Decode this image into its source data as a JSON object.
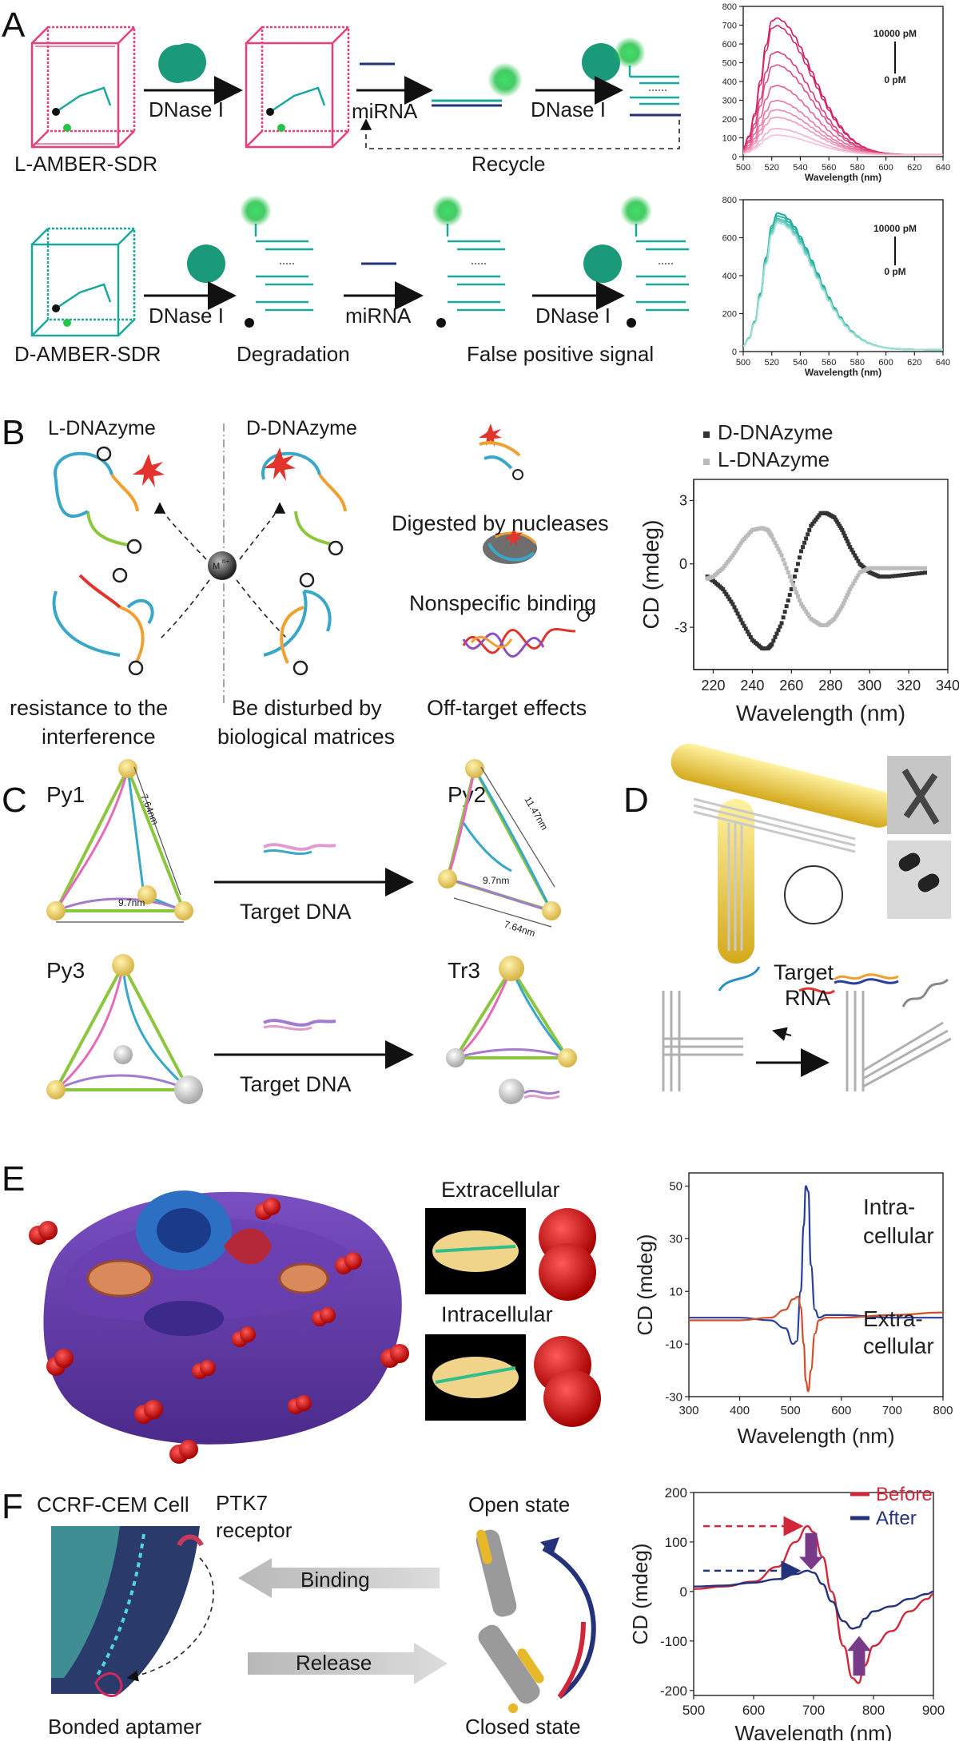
{
  "panels": {
    "A": {
      "letter": "A",
      "row1": {
        "name": "L-AMBER-SDR",
        "step1": "DNase I",
        "step2": "miRNA",
        "step3": "DNase I",
        "recycle": "Recycle"
      },
      "row2": {
        "name": "D-AMBER-SDR",
        "step1": "DNase I",
        "step2": "miRNA",
        "step3": "DNase I",
        "degradation": "Degradation",
        "false_positive": "False positive signal"
      }
    },
    "B": {
      "letter": "B",
      "left_title": "L-DNAzyme",
      "right_title": "D-DNAzyme",
      "metal": "M",
      "metal_sup": "n+",
      "left_caption_1": "resistance to the",
      "left_caption_2": "interference",
      "mid_caption_1": "Be disturbed by",
      "mid_caption_2": "biological matrices",
      "effect_1": "Digested by nucleases",
      "effect_2": "Nonspecific binding",
      "effect_3": "Off-target effects"
    },
    "C": {
      "letter": "C",
      "py1": "Py1",
      "py2": "Py2",
      "py3": "Py3",
      "tr3": "Tr3",
      "arrow1": "Target DNA",
      "arrow2": "Target DNA",
      "dim_a": "7.64nm",
      "dim_b": "9.7nm",
      "dim_c": "11.47nm",
      "dim_d": "9.7nm",
      "dim_e": "7.64nm"
    },
    "D": {
      "letter": "D",
      "target_1": "Target",
      "target_2": "RNA"
    },
    "E": {
      "letter": "E",
      "extracellular": "Extracellular",
      "intracellular": "Intracellular"
    },
    "F": {
      "letter": "F",
      "cell": "CCRF-CEM Cell",
      "receptor_1": "PTK7",
      "receptor_2": "receptor",
      "binding": "Binding",
      "release": "Release",
      "open": "Open state",
      "closed": "Closed state",
      "aptamer": "Bonded aptamer"
    }
  },
  "colors": {
    "pink": "#e8407a",
    "teal": "#1aa89a",
    "navy": "#23327a",
    "green_glow": "#26c24a",
    "crimson": "#d0283a",
    "blue": "#2a3f9a",
    "dark_dot": "#333333",
    "light_dot": "#bbbbbb"
  },
  "chart_data": [
    {
      "id": "A-top",
      "type": "line",
      "xlabel": "Wavelength (nm)",
      "ylabel": "",
      "xlim": [
        500,
        640
      ],
      "ylim": [
        0,
        800
      ],
      "xticks": [
        500,
        520,
        540,
        560,
        580,
        600,
        620,
        640
      ],
      "yticks": [
        0,
        100,
        200,
        300,
        400,
        500,
        600,
        700,
        800
      ],
      "annotation_top": "10000 pM",
      "annotation_bottom": "0 pM",
      "peak_x": 522,
      "peaks": [
        740,
        700,
        560,
        490,
        380,
        300,
        250,
        210,
        150,
        115
      ],
      "tail_at_640": 10
    },
    {
      "id": "A-bottom",
      "type": "line",
      "xlabel": "Wavelength (nm)",
      "ylabel": "",
      "xlim": [
        500,
        640
      ],
      "ylim": [
        0,
        800
      ],
      "xticks": [
        500,
        520,
        540,
        560,
        580,
        600,
        620,
        640
      ],
      "yticks": [
        0,
        200,
        400,
        600,
        800
      ],
      "ytick_labels": [
        "0",
        "200",
        "400",
        "600",
        "800"
      ],
      "annotation_top": "10000 pM",
      "annotation_bottom": "0 pM",
      "peak_x": 524,
      "peaks": [
        730,
        715,
        700,
        690,
        680
      ],
      "tail_at_640": 10
    },
    {
      "id": "B",
      "type": "scatter",
      "xlabel": "Wavelength (nm)",
      "ylabel": "CD (mdeg)",
      "xlim": [
        210,
        340
      ],
      "ylim": [
        -5,
        4
      ],
      "xticks": [
        220,
        240,
        260,
        280,
        300,
        320,
        340
      ],
      "yticks": [
        -3,
        0,
        3
      ],
      "legend_position": "top",
      "series": [
        {
          "name": "D-DNAzyme",
          "x": [
            217,
            220,
            225,
            230,
            235,
            240,
            245,
            248,
            250,
            255,
            260,
            265,
            270,
            275,
            278,
            282,
            286,
            290,
            295,
            300,
            305,
            310,
            320,
            330
          ],
          "y": [
            -0.6,
            -0.8,
            -1.2,
            -1.9,
            -2.8,
            -3.6,
            -4.0,
            -4.0,
            -3.8,
            -2.8,
            -1.2,
            0.6,
            1.8,
            2.4,
            2.4,
            2.2,
            1.6,
            0.8,
            0.0,
            -0.4,
            -0.6,
            -0.6,
            -0.5,
            -0.4
          ]
        },
        {
          "name": "L-DNAzyme",
          "x": [
            217,
            220,
            225,
            230,
            235,
            240,
            245,
            248,
            250,
            255,
            260,
            265,
            270,
            275,
            278,
            282,
            286,
            290,
            295,
            300,
            305,
            310,
            320,
            330
          ],
          "y": [
            -0.7,
            -0.6,
            -0.2,
            0.4,
            1.1,
            1.6,
            1.7,
            1.6,
            1.3,
            0.4,
            -0.8,
            -1.9,
            -2.6,
            -2.9,
            -2.9,
            -2.6,
            -2.0,
            -1.2,
            -0.4,
            -0.2,
            -0.2,
            -0.2,
            -0.2,
            -0.2
          ]
        }
      ]
    },
    {
      "id": "E",
      "type": "line",
      "xlabel": "Wavelength (nm)",
      "ylabel": "CD (mdeg)",
      "xlim": [
        300,
        800
      ],
      "ylim": [
        -30,
        55
      ],
      "xticks": [
        300,
        400,
        500,
        600,
        700,
        800
      ],
      "yticks": [
        -30,
        -10,
        10,
        30,
        50
      ],
      "label_intra_1": "Intra-",
      "label_intra_2": "cellular",
      "label_extra_1": "Extra-",
      "label_extra_2": "cellular",
      "series": [
        {
          "name": "Intra-cellular",
          "x": [
            300,
            400,
            460,
            490,
            505,
            512,
            520,
            526,
            530,
            535,
            540,
            548,
            556,
            570,
            600,
            700,
            800
          ],
          "y": [
            0,
            0,
            -1,
            -4,
            -10,
            -9,
            10,
            35,
            50,
            48,
            20,
            3,
            0,
            1,
            1,
            0,
            0
          ]
        },
        {
          "name": "Extra-cellular",
          "x": [
            300,
            400,
            460,
            490,
            505,
            515,
            520,
            526,
            530,
            535,
            540,
            548,
            556,
            570,
            600,
            700,
            800
          ],
          "y": [
            -1,
            -1,
            0,
            3,
            7,
            8,
            4,
            -10,
            -24,
            -28,
            -20,
            -6,
            -1,
            0,
            0,
            1,
            2
          ]
        }
      ]
    },
    {
      "id": "F",
      "type": "line",
      "xlabel": "Wavelength (nm)",
      "ylabel": "CD (mdeg)",
      "xlim": [
        500,
        900
      ],
      "ylim": [
        -210,
        200
      ],
      "xticks": [
        500,
        600,
        700,
        800,
        900
      ],
      "yticks": [
        -200,
        -100,
        0,
        100,
        200
      ],
      "legend_position": "top-right",
      "series": [
        {
          "name": "Before",
          "x": [
            500,
            550,
            600,
            640,
            670,
            690,
            700,
            715,
            730,
            750,
            765,
            775,
            785,
            800,
            830,
            860,
            890,
            900
          ],
          "y": [
            5,
            10,
            20,
            50,
            100,
            132,
            120,
            70,
            0,
            -110,
            -175,
            -185,
            -150,
            -110,
            -80,
            -40,
            -15,
            -5
          ]
        },
        {
          "name": "After",
          "x": [
            500,
            550,
            600,
            640,
            670,
            690,
            700,
            715,
            730,
            750,
            765,
            775,
            785,
            800,
            830,
            860,
            890,
            900
          ],
          "y": [
            10,
            12,
            18,
            25,
            35,
            42,
            38,
            15,
            -20,
            -60,
            -75,
            -72,
            -55,
            -40,
            -30,
            -15,
            -5,
            0
          ]
        }
      ]
    }
  ]
}
